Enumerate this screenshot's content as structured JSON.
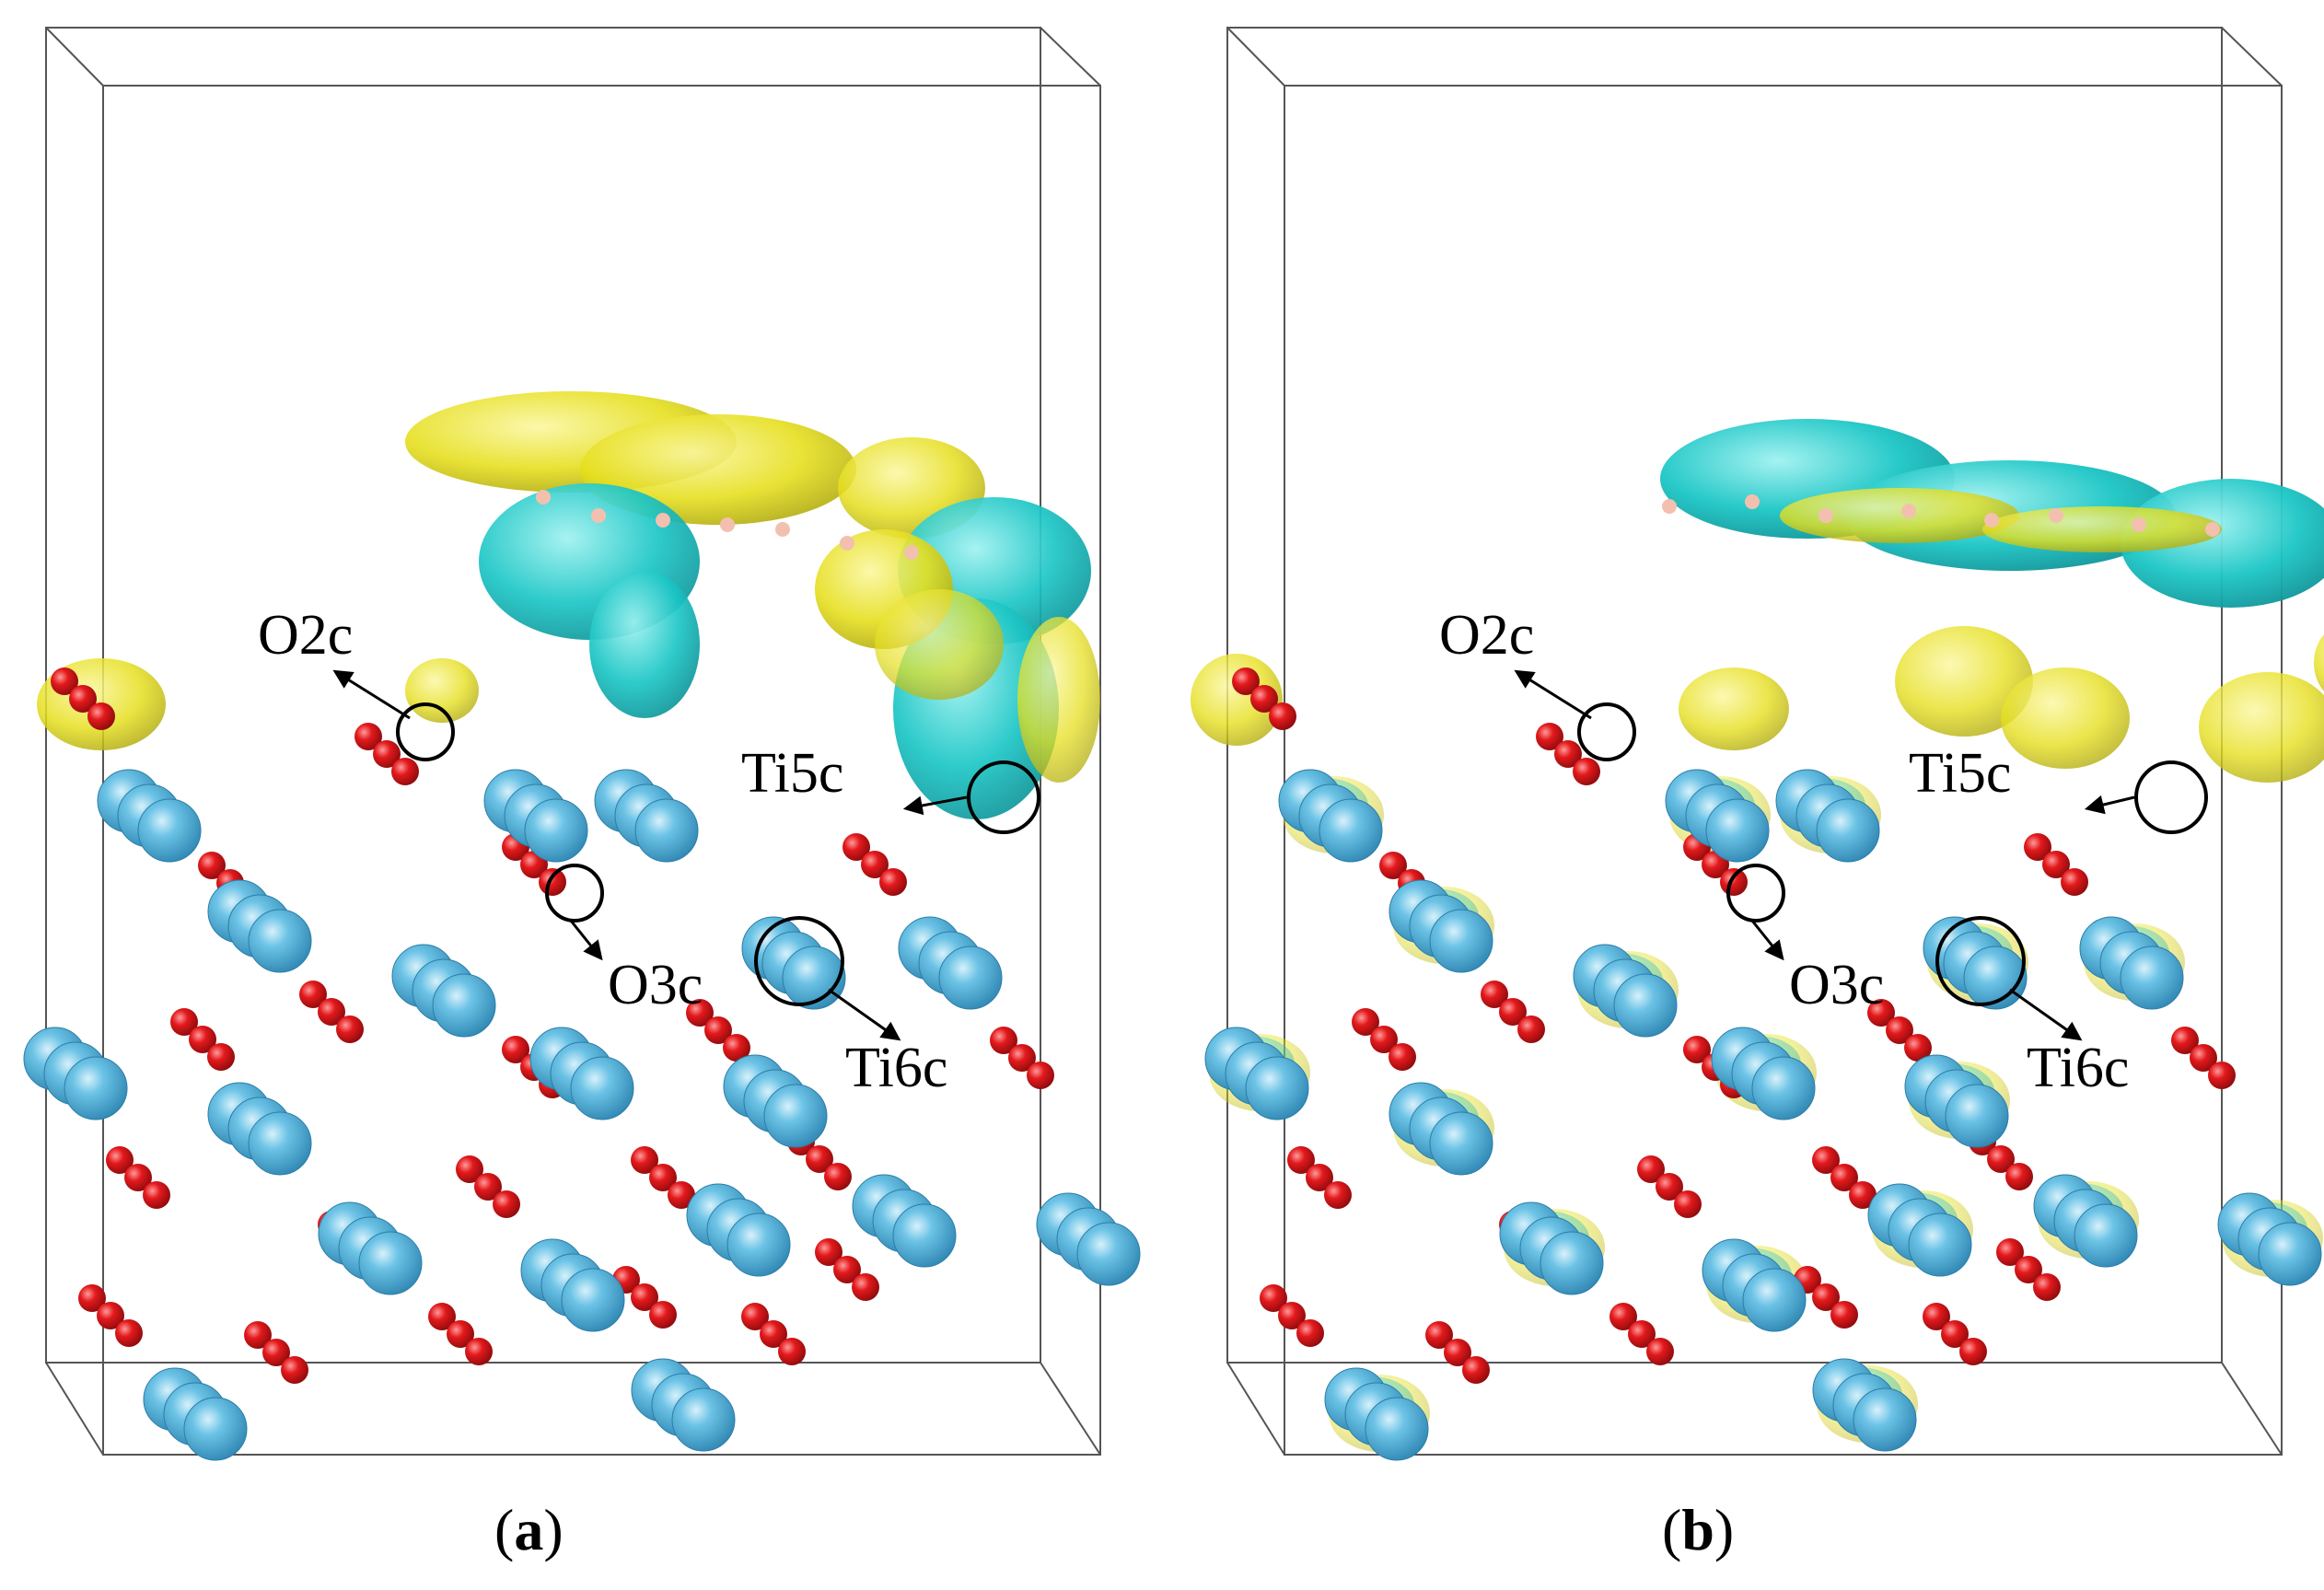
{
  "panels": [
    {
      "id": "a",
      "label": "a",
      "annotations": [
        "O2c",
        "Ti5c",
        "O3c",
        "Ti6c"
      ]
    },
    {
      "id": "b",
      "label": "b",
      "annotations": [
        "O2c",
        "Ti5c",
        "O3c",
        "Ti6c"
      ]
    }
  ],
  "colors": {
    "titanium": "#5bb7dc",
    "oxygen": "#e4161b",
    "charge_accumulation": "#e8e21a",
    "charge_depletion": "#1fc9c9",
    "cell_edge": "#444444"
  }
}
